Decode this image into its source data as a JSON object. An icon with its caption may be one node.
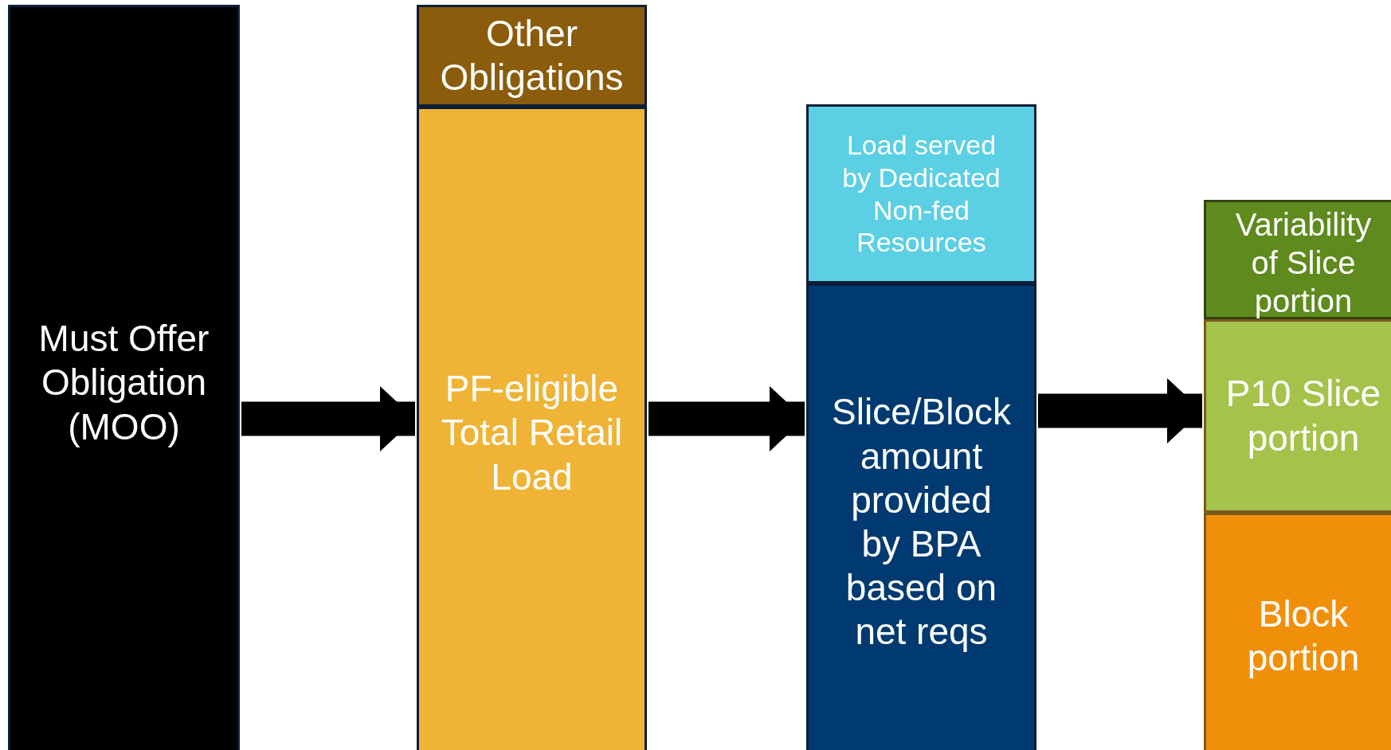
{
  "diagram": {
    "nodes": [
      {
        "text": [
          "Must Offer Obligation (MOO)"
        ]
      },
      {
        "text": [
          "Other Obligations"
        ]
      },
      {
        "text": [
          "PF-eligible Total Retail Load"
        ]
      },
      {
        "text": [
          "Load served by Dedicated Non-fed Resources"
        ]
      },
      {
        "text": [
          "Slice/Block amount provided by BPA based on net reqs"
        ]
      },
      {
        "text": [
          "Variability of Slice portion"
        ]
      },
      {
        "text": [
          "P10 Slice portion"
        ]
      },
      {
        "text": [
          "Block portion"
        ]
      }
    ],
    "edges": [
      {
        "from": 0,
        "to": 2,
        "arrow": "to"
      },
      {
        "from": 2,
        "to": 4,
        "arrow": "to"
      },
      {
        "from": 4,
        "to": 6,
        "arrow": "to"
      }
    ]
  }
}
